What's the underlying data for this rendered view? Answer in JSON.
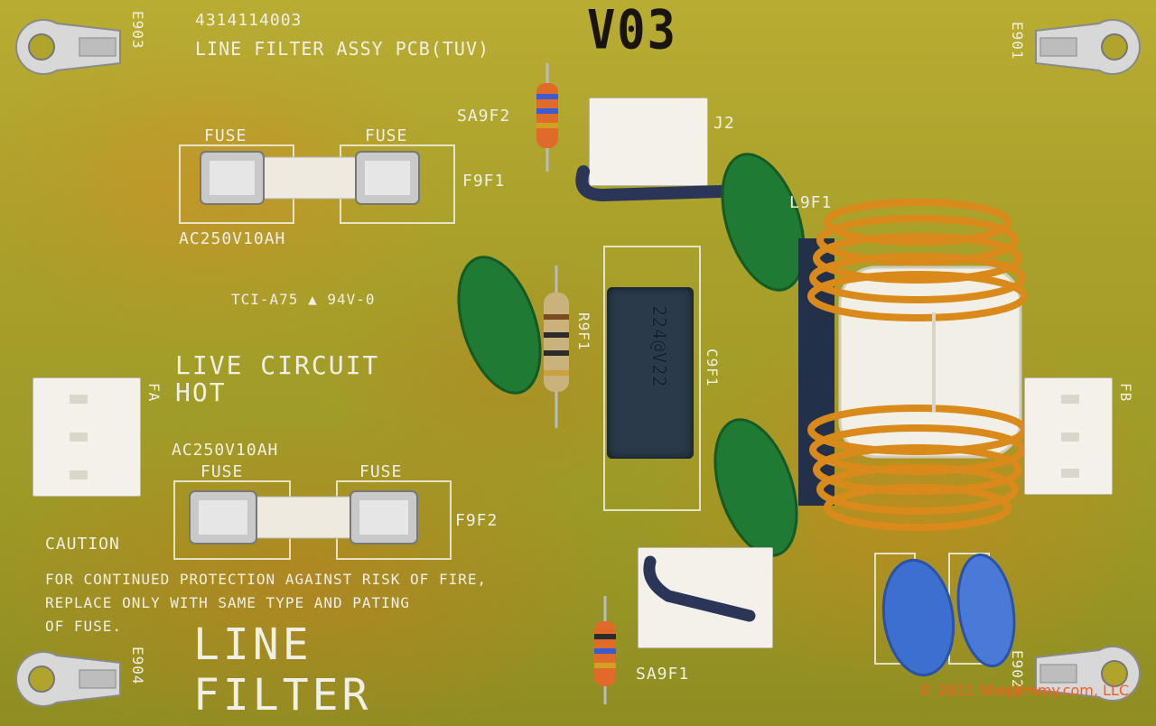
{
  "pcb": {
    "part_number": "4314114003",
    "title": "LINE FILTER ASSY PCB(TUV)",
    "version_mark": "V03",
    "rating_mark": "TCI-A75 ▲ 94V-0",
    "live_circuit": [
      "LIVE CIRCUIT",
      "HOT"
    ],
    "caution": "CAUTION",
    "warning_lines": [
      "FOR CONTINUED PROTECTION AGAINST RISK OF FIRE,",
      "REPLACE ONLY WITH SAME TYPE AND PATING",
      "OF FUSE."
    ],
    "big_label": [
      "LINE",
      "FILTER"
    ],
    "fuse_label": "FUSE",
    "fuse_rating": "AC250V10AH",
    "refdes": {
      "e903": "E903",
      "e901": "E901",
      "e904": "E904",
      "e902": "E902",
      "f9f1": "F9F1",
      "f9f2": "F9F2",
      "sa9f2": "SA9F2",
      "sa9f1": "SA9F1",
      "j2": "J2",
      "l9f1": "L9F1",
      "r9f1": "R9F1",
      "c9f1": "C9F1",
      "fa": "FA",
      "fb": "FB"
    },
    "capacitor_marking": "224@V22"
  },
  "copyright": "© 2011 ShopJimmy.com, LLC",
  "colors": {
    "board": "#a8a02a",
    "silkscreen": "#efefe6",
    "copper_wire": "#d98a1a",
    "green_cap": "#1f7a34",
    "blue_cap": "#3d6fd0",
    "copyright": "#ff5a1e"
  }
}
